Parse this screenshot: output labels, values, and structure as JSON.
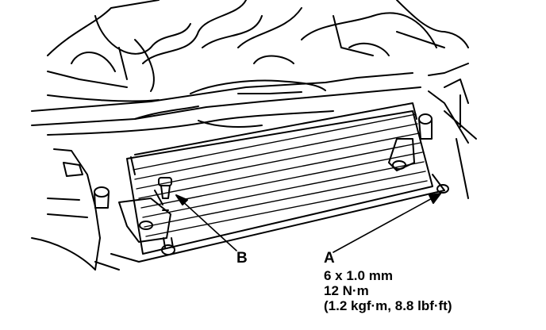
{
  "callouts": {
    "a": {
      "letter": "A",
      "size": "6 x 1.0 mm",
      "torque": "12 N·m",
      "torque_alt": "(1.2 kgf·m, 8.8 lbf·ft)"
    },
    "b": {
      "letter": "B"
    }
  },
  "colors": {
    "line": "#000000",
    "background": "#ffffff"
  }
}
